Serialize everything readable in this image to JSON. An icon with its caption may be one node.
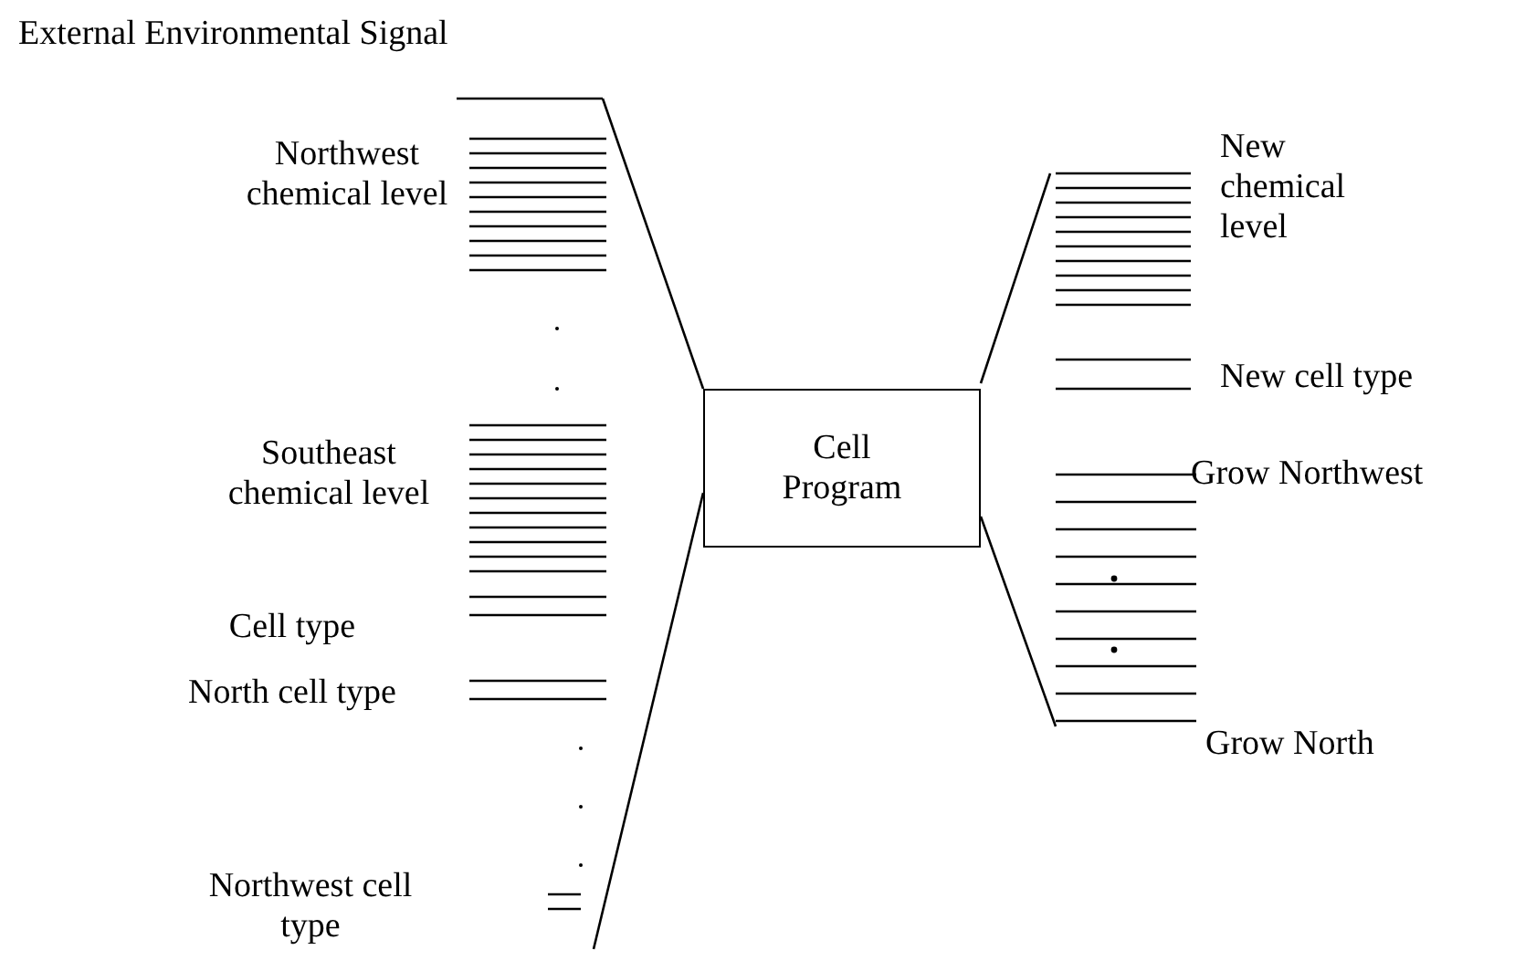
{
  "diagram": {
    "nodes": [
      {
        "text": [
          "Cell Program"
        ]
      }
    ],
    "labels": [
      "External Environmental Signal",
      "Northwest chemical level",
      "New chemical level",
      "New cell type",
      "Southeast chemical level",
      "Grow Northwest",
      "Cell type",
      "North cell type",
      "Grow North",
      "Northwest cell type"
    ]
  }
}
